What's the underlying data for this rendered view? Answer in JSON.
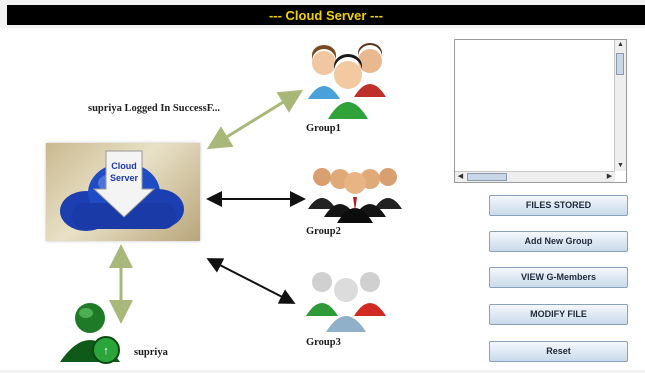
{
  "window": {
    "title": "--- Cloud Server ---"
  },
  "status": {
    "text": "supriya Logged In SuccessF..."
  },
  "cloud": {
    "line1": "Cloud",
    "line2": "Server"
  },
  "groups": [
    {
      "label": "Group1"
    },
    {
      "label": "Group2"
    },
    {
      "label": "Group3"
    }
  ],
  "user": {
    "label": "supriya"
  },
  "buttons": {
    "files_stored": "FILES STORED",
    "add_new_group": "Add New Group",
    "view_members": "VIEW G-Members",
    "modify_file": "MODIFY FILE",
    "reset": "Reset"
  },
  "colors": {
    "title_bg": "#000000",
    "title_text": "#f0d000",
    "arrow_green": "#a8b878",
    "arrow_black": "#111111"
  }
}
